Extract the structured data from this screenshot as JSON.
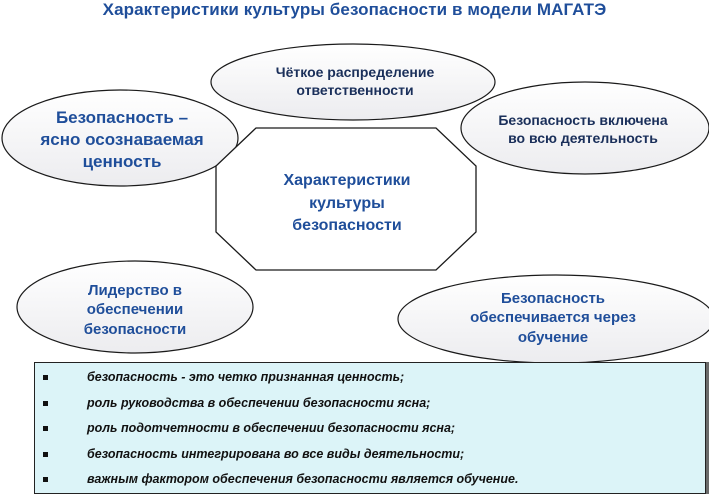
{
  "title": "Характеристики культуры безопасности в модели МАГАТЭ",
  "center": {
    "lines": [
      "Характеристики",
      "культуры",
      "безопасности"
    ]
  },
  "nodes": {
    "top": [
      "Чёткое распределение",
      "ответственности"
    ],
    "left": [
      "Безопасность –",
      "ясно осознаваемая",
      "ценность"
    ],
    "right": [
      "Безопасность включена",
      "во всю деятельность"
    ],
    "bottom_left": [
      "Лидерство в",
      "обеспечении",
      "безопасности"
    ],
    "bottom_right": [
      "Безопасность",
      "обеспечивается через",
      "обучение"
    ]
  },
  "list": [
    "безопасность - это четко признанная ценность;",
    "роль руководства в обеспечении безопасности ясна;",
    "роль подотчетности в обеспечении безопасности ясна;",
    "безопасность интегрирована во все виды деятельности;",
    "важным фактором обеспечения безопасности является обучение."
  ],
  "colors": {
    "title": "#1f4e9a",
    "node_text": "#1f4e9a",
    "list_background": "#dcf4f8"
  }
}
